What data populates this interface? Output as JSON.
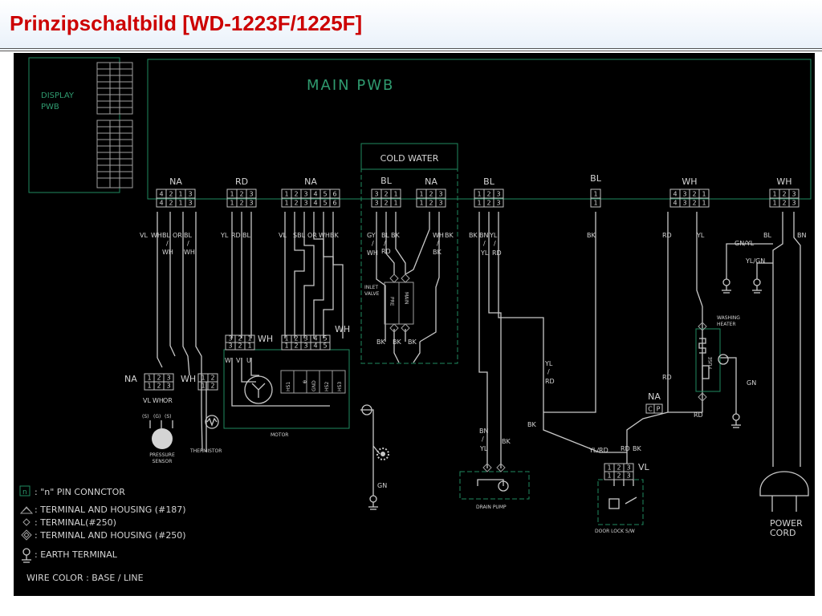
{
  "title": "Prinzipschaltbild [WD-1223F/1225F]",
  "blocks": {
    "display_pwb": "DISPLAY\nPWB",
    "main_pwb": "MAIN PWB",
    "cold_water": "COLD WATER",
    "inlet_valve": "INLET\nVALVE",
    "pre": "PRE",
    "main_valve": "MAIN",
    "motor": "MOTOR",
    "pressure_sensor": "PRESSURE\nSENSOR",
    "thermistor": "THERMISTOR",
    "washing_heater": "WASHING\nHEATER",
    "fuse": "FUSE",
    "drain_pump": "DRAIN PUMP",
    "door_lock": "DOOR LOCK S/W",
    "power_cord": "POWER\nCORD"
  },
  "connectors": {
    "c1_color": "NA",
    "c1_pins": [
      "4",
      "2",
      "1",
      "3"
    ],
    "c2_color": "RD",
    "c2_pins": [
      "1",
      "2",
      "3"
    ],
    "c3_color": "NA",
    "c3_pins": [
      "1",
      "2",
      "3",
      "4",
      "5",
      "6"
    ],
    "c4_color": "BL",
    "c4_pins": [
      "3",
      "2",
      "1"
    ],
    "c5_color": "NA",
    "c5_pins": [
      "1",
      "2",
      "3"
    ],
    "c6_color": "BL",
    "c6_pins": [
      "1",
      "2",
      "3"
    ],
    "c7_color": "BL",
    "c7_pins": [
      "1"
    ],
    "c8_color": "WH",
    "c8_pins": [
      "4",
      "3",
      "2",
      "1"
    ],
    "c9_color": "WH",
    "c9_pins": [
      "1",
      "2",
      "3"
    ],
    "motor_conn_a_pins": [
      "3",
      "2",
      "1"
    ],
    "motor_conn_a_color": "WH",
    "motor_conn_b_pins": [
      "1",
      "2",
      "3",
      "4",
      "5"
    ],
    "motor_conn_b_color": "WH",
    "sensor_conn_color": "NA",
    "sensor_conn_pins": [
      "1",
      "2",
      "3"
    ],
    "therm_conn_color": "WH",
    "therm_conn_pins": [
      "1",
      "2"
    ],
    "heater_conn_color": "NA",
    "heater_conn_pins": [
      "C",
      "P"
    ],
    "door_conn_pins": [
      "1",
      "2",
      "3"
    ],
    "door_conn_color": "VL"
  },
  "wires": {
    "c1": [
      "VL",
      "WH",
      "BL",
      "OR",
      "BL"
    ],
    "c1_slash": [
      "/",
      "/"
    ],
    "c1_sub": [
      "WH",
      "WH"
    ],
    "c2": [
      "YL",
      "RD",
      "BL"
    ],
    "c3": [
      "VL",
      "SBL",
      "OR",
      "WH",
      "BK"
    ],
    "c4": [
      "GY",
      "BL",
      "BK"
    ],
    "c4_slash": [
      "/",
      "/"
    ],
    "c4_sub": [
      "WH",
      "RD"
    ],
    "c5": [
      "WH",
      "BK"
    ],
    "c5_slash": "/",
    "c5_sub": "BK",
    "c6": [
      "BK",
      "BN",
      "YL"
    ],
    "c6_slash": [
      "/",
      "/"
    ],
    "c6_sub": [
      "YL",
      "RD"
    ],
    "c7": "BK",
    "c8": [
      "RD",
      "YL"
    ],
    "c9": [
      "BL",
      "BN"
    ],
    "gn_yl": "GN/YL",
    "yl_gn": "YL/GN",
    "valve_out": [
      "BK",
      "BK",
      "BK"
    ],
    "motor_labels": [
      "W",
      "V",
      "U"
    ],
    "motor_conn_labels": [
      "HS1",
      "GND",
      "HS2",
      "HS3"
    ],
    "sensor_wires": [
      "VL",
      "WH",
      "OR"
    ],
    "sensor_s": [
      "(S)",
      "(G)",
      "(S)"
    ],
    "yl_rd_1": "YL\n/\nRD",
    "bn_yl": "BN\n/\nYL",
    "bk_1": "BK",
    "bk_2": "BK",
    "yl_rd_2": "YL/RD",
    "rd_bk": [
      "RD",
      "BK"
    ],
    "rd_1": "RD",
    "rd_2": "RD",
    "gn_1": "GN",
    "gn_2": "GN"
  },
  "legend": {
    "pin_symbol": "n",
    "pin": ": \"n\" PIN CONNCTOR",
    "t187": ": TERMINAL AND HOUSING (#187)",
    "t250": ": TERMINAL(#250)",
    "th250": ": TERMINAL AND HOUSING (#250)",
    "earth": ": EARTH TERMINAL",
    "wire_color": "WIRE COLOR : BASE / LINE"
  },
  "colors": {
    "title": "#cc0000",
    "background": "#000000",
    "block_outline": "#1f8a5f",
    "wire": "#c8c8c8",
    "text": "#d4d4d4"
  }
}
